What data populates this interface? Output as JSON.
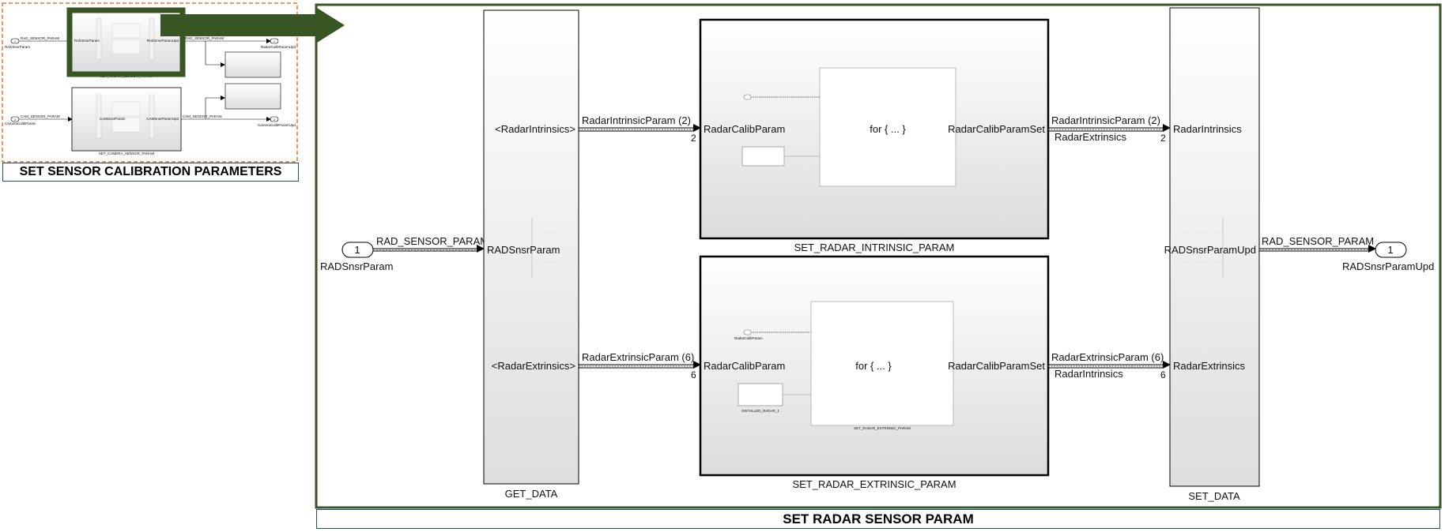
{
  "overview": {
    "title": "SET SENSOR CALIBRATION PARAMETERS",
    "radar_in_port": "1",
    "radar_in_signal": "RAD_SENSOR_PARAM",
    "radar_in_label": "RADSnsrParam",
    "radar_block_in": "RADSnsrParam",
    "radar_block_out": "RADSnsrParamUpd",
    "radar_out_signal": "RAD_SENSOR_PARAM",
    "radar_out_port": "1",
    "radar_out_label": "RadarCalibParamUpd",
    "radar_block_name": "SET_RADAR_SENSOR_PARAM",
    "camera_in_port": "2",
    "camera_in_signal": "CAM_SENSOR_PARAM",
    "camera_in_label": "CameraCalibParam",
    "camera_block_in": "CAMSnsrParam",
    "camera_block_out": "CAMSnsrParamUpd",
    "camera_out_signal": "CAM_SENSOR_PARAM",
    "camera_out_port": "2",
    "camera_out_label": "CameraCalibParamUpd",
    "camera_block_name": "SET_CAMERA_SENSOR_PARAM"
  },
  "detail": {
    "title": "SET RADAR SENSOR PARAM",
    "inport": {
      "number": "1",
      "name": "RADSnsrParam",
      "signal": "RAD_SENSOR_PARAM"
    },
    "get_data": {
      "name": "GET_DATA",
      "input": "RADSnsrParam",
      "out_intrinsics": "<RadarIntrinsics>",
      "out_extrinsics": "<RadarExtrinsics>"
    },
    "intrinsic_signal": {
      "label": "RadarIntrinsicParam (2)",
      "width": "2"
    },
    "extrinsic_signal": {
      "label": "RadarExtrinsicParam (6)",
      "width": "6"
    },
    "intrinsic_block": {
      "name": "SET_RADAR_INTRINSIC_PARAM",
      "input": "RadarCalibParam",
      "output": "RadarCalibParamSet",
      "loop": "for { ... }"
    },
    "extrinsic_block": {
      "name": "SET_RADAR_EXTRINSIC_PARAM",
      "input": "RadarCalibParam",
      "output": "RadarCalibParamSet",
      "loop": "for { ... }",
      "inner_port_label": "RadarCalibParam",
      "inner_const_label": "INSTALLED_RADAR_1",
      "inner_name": "SET_RADAR_EXTRINSIC_PARAM"
    },
    "out_intrinsic_signal": {
      "label_top": "RadarIntrinsicParam (2)",
      "label_bottom": "RadarExtrinsics",
      "width": "2"
    },
    "out_extrinsic_signal": {
      "label_top": "RadarExtrinsicParam (6)",
      "label_bottom": "RadarIntrinsics",
      "width": "6"
    },
    "set_data": {
      "name": "SET_DATA",
      "in_intrinsics": "RadarIntrinsics",
      "in_extrinsics": "RadarExtrinsics",
      "output": "RADSnsrParamUpd"
    },
    "outport": {
      "number": "1",
      "name": "RADSnsrParamUpd",
      "signal": "RAD_SENSOR_PARAM"
    }
  },
  "colors": {
    "highlight": "#375623",
    "dashed_border": "#e07b27",
    "title_border": "#1f4e79"
  }
}
